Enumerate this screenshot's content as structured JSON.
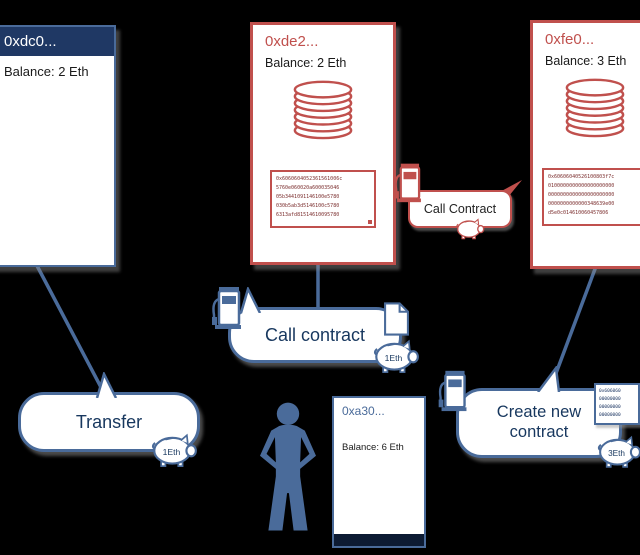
{
  "colors": {
    "blue": "#4a6b9a",
    "navy": "#1f3864",
    "red": "#c0504d"
  },
  "accounts": {
    "external_left": {
      "address": "0xdc0...",
      "balance": "Balance: 2 Eth"
    },
    "contract_middle": {
      "address": "0xde2...",
      "balance": "Balance: 2 Eth",
      "code": [
        "0x6060604052361561006c",
        "5760e060020a600035046",
        "05b3441091146100e5780",
        "030b5ab3d5146100c5780",
        "6313afd81514610095780"
      ]
    },
    "contract_right": {
      "address": "0xfe0...",
      "balance": "Balance: 3 Eth",
      "code": [
        "0x60606040526100803f7c",
        "0100000000000000000000",
        "0000000000000000000000",
        "0000000000000348639e00",
        "d5e0c014610060457806"
      ]
    },
    "external_user": {
      "address": "0xa30...",
      "balance": "Balance: 6 Eth"
    }
  },
  "actions": {
    "contract_to_contract": {
      "label": "Call Contract"
    },
    "call": {
      "label": "Call contract",
      "fee": "1Eth"
    },
    "transfer": {
      "label": "Transfer",
      "fee": "1Eth"
    },
    "create": {
      "line1": "Create new",
      "line2": "contract",
      "fee": "3Eth"
    }
  },
  "mini_code": [
    "0x606060",
    "00000000",
    "00000000",
    "00000000"
  ]
}
